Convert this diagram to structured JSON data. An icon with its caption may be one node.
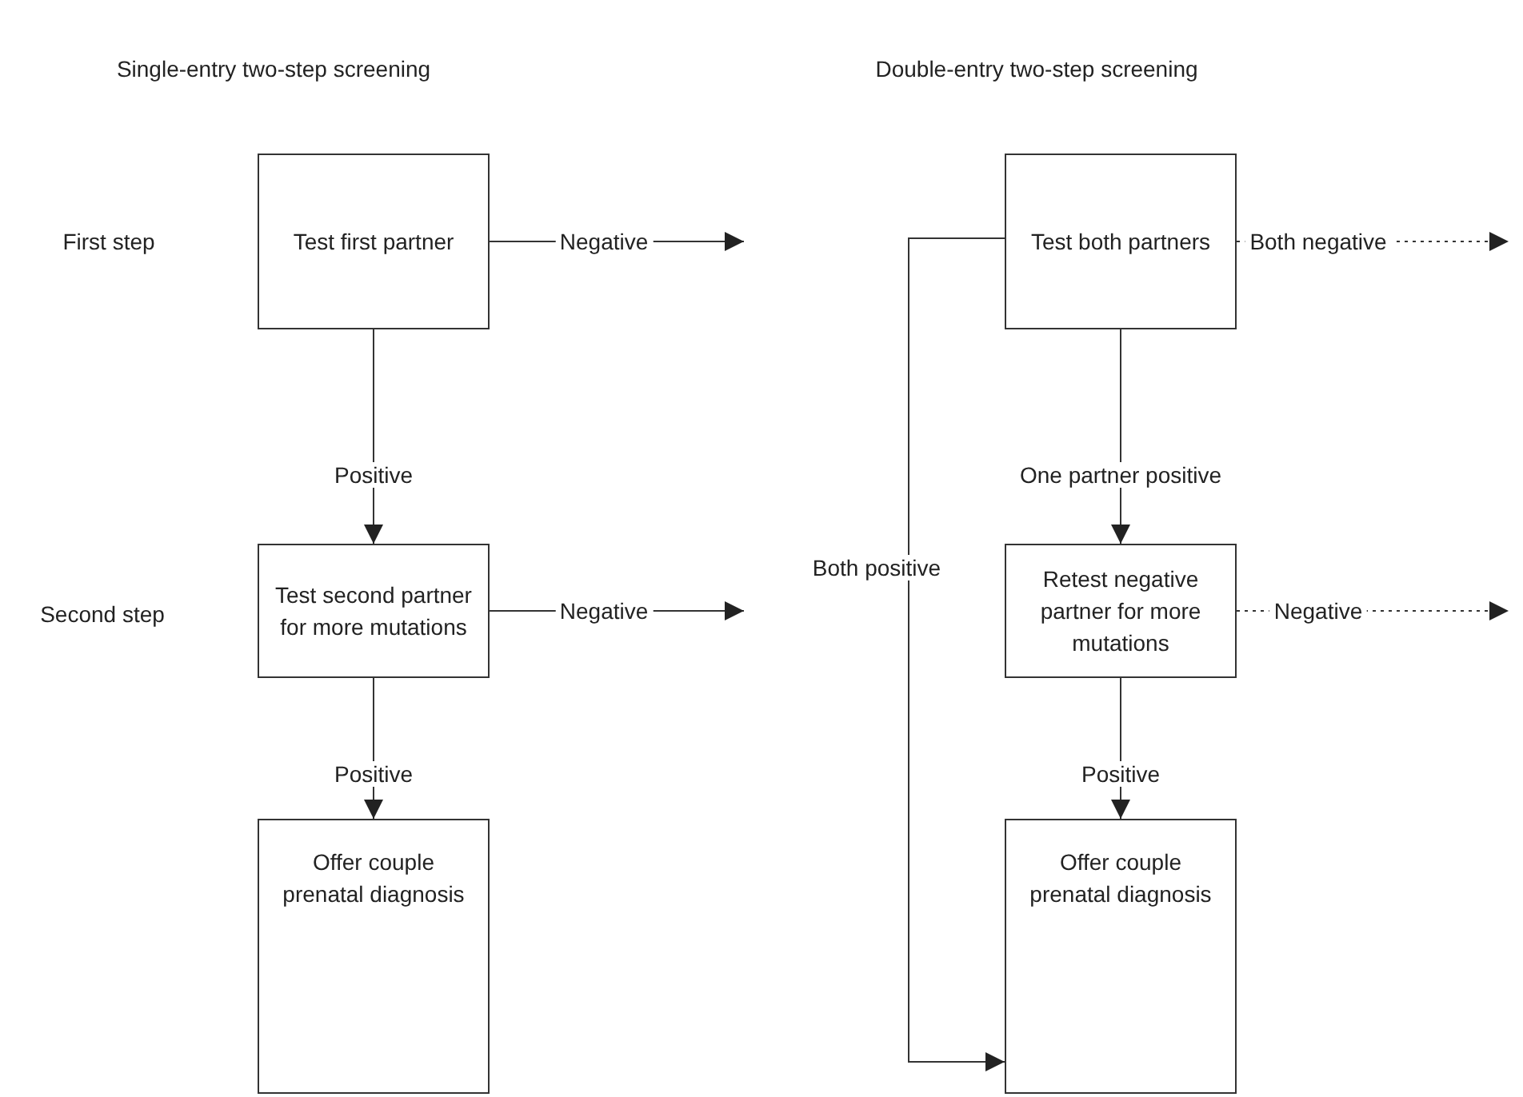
{
  "diagram": {
    "nodes": [
      {
        "text": [
          "Test first partner"
        ]
      },
      {
        "text": [
          "Test second partner for more mutations"
        ]
      },
      {
        "text": [
          "Offer couple prenatal diagnosis"
        ]
      },
      {
        "text": [
          "Test both partners"
        ]
      },
      {
        "text": [
          "Retest negative partner for more mutations"
        ]
      },
      {
        "text": [
          "Offer couple prenatal diagnosis"
        ]
      }
    ],
    "edges": [
      {
        "from": 0,
        "to": null,
        "arrow": "to",
        "label": "Negative"
      },
      {
        "from": 0,
        "to": 1,
        "arrow": "to",
        "label": "Positive"
      },
      {
        "from": 1,
        "to": null,
        "arrow": "to",
        "label": "Negative"
      },
      {
        "from": 1,
        "to": 2,
        "arrow": "to",
        "label": "Positive"
      },
      {
        "from": 3,
        "to": null,
        "arrow": "to",
        "label": "Both negative",
        "style": "dashed"
      },
      {
        "from": 3,
        "to": 4,
        "arrow": "to",
        "label": "One partner positive"
      },
      {
        "from": 3,
        "to": 5,
        "arrow": "to",
        "label": "Both positive"
      },
      {
        "from": 4,
        "to": null,
        "arrow": "to",
        "label": "Negative",
        "style": "dashed"
      },
      {
        "from": 4,
        "to": 5,
        "arrow": "to",
        "label": "Positive"
      }
    ],
    "labels": [
      "Single-entry two-step screening",
      "Double-entry two-step screening",
      "First step",
      "Second step"
    ]
  }
}
